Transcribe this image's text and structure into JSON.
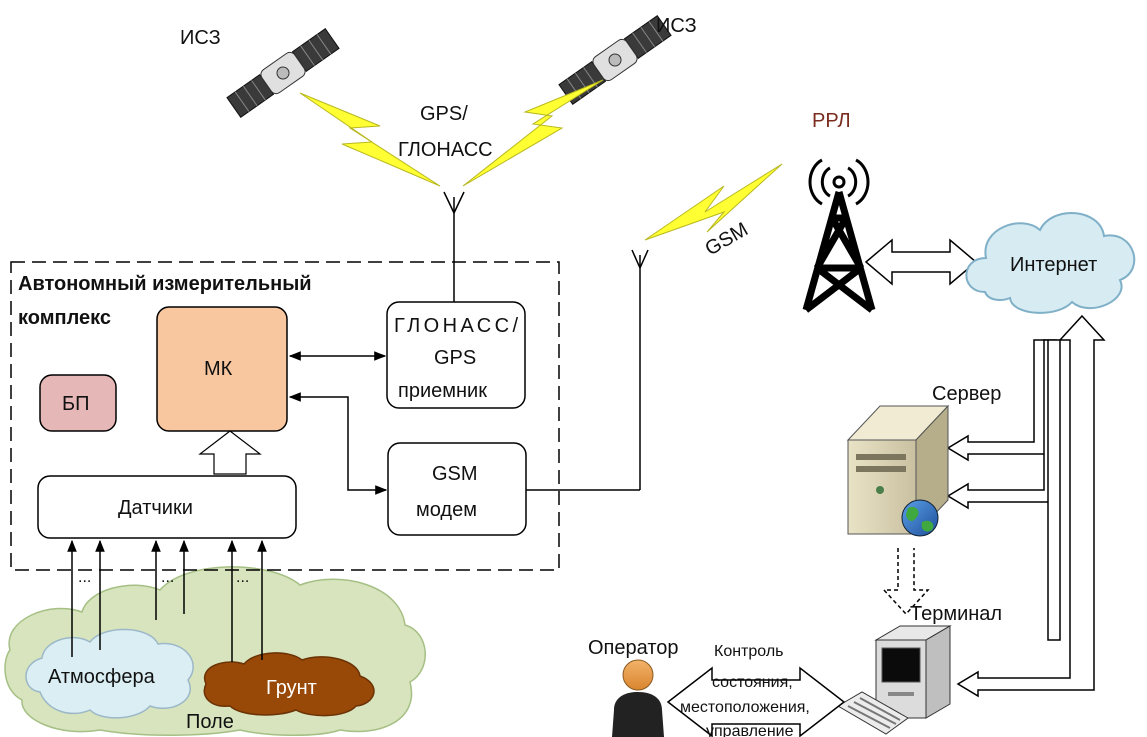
{
  "satellites": {
    "left_label": "ИСЗ",
    "right_label": "ИСЗ"
  },
  "gnss": {
    "label_line1": "GPS/",
    "label_line2": "ГЛОНАСС"
  },
  "rrl": {
    "label": "РРЛ",
    "label_color": "#7a2d1f"
  },
  "gsm_link": {
    "label": "GSM"
  },
  "internet": {
    "label": "Интернет",
    "color": "#d6ebf2"
  },
  "complex": {
    "title_line1": "Автономный измерительный",
    "title_line2": "комплекс"
  },
  "blocks": {
    "mk": {
      "label": "МК",
      "color": "#f9c79f"
    },
    "bp": {
      "label": "БП",
      "color": "#e5b8b7"
    },
    "receiver": {
      "line1": "ГЛОНАСС/",
      "line2": "GPS",
      "line3": "приемник"
    },
    "modem": {
      "line1": "GSM",
      "line2": "модем"
    },
    "sensors": {
      "label": "Датчики"
    }
  },
  "field": {
    "label": "Поле",
    "color": "#d7e4bd",
    "atmosphere": {
      "label": "Атмосфера",
      "color": "#dbeef4"
    },
    "soil": {
      "label": "Грунт",
      "color": "#984807"
    },
    "dots": "..."
  },
  "server": {
    "label": "Сервер"
  },
  "terminal": {
    "label": "Терминал"
  },
  "operator": {
    "label": "Оператор"
  },
  "control": {
    "line1": "Контроль",
    "line2": "состояния,",
    "line3": "местоположения,",
    "line4": "управление"
  }
}
